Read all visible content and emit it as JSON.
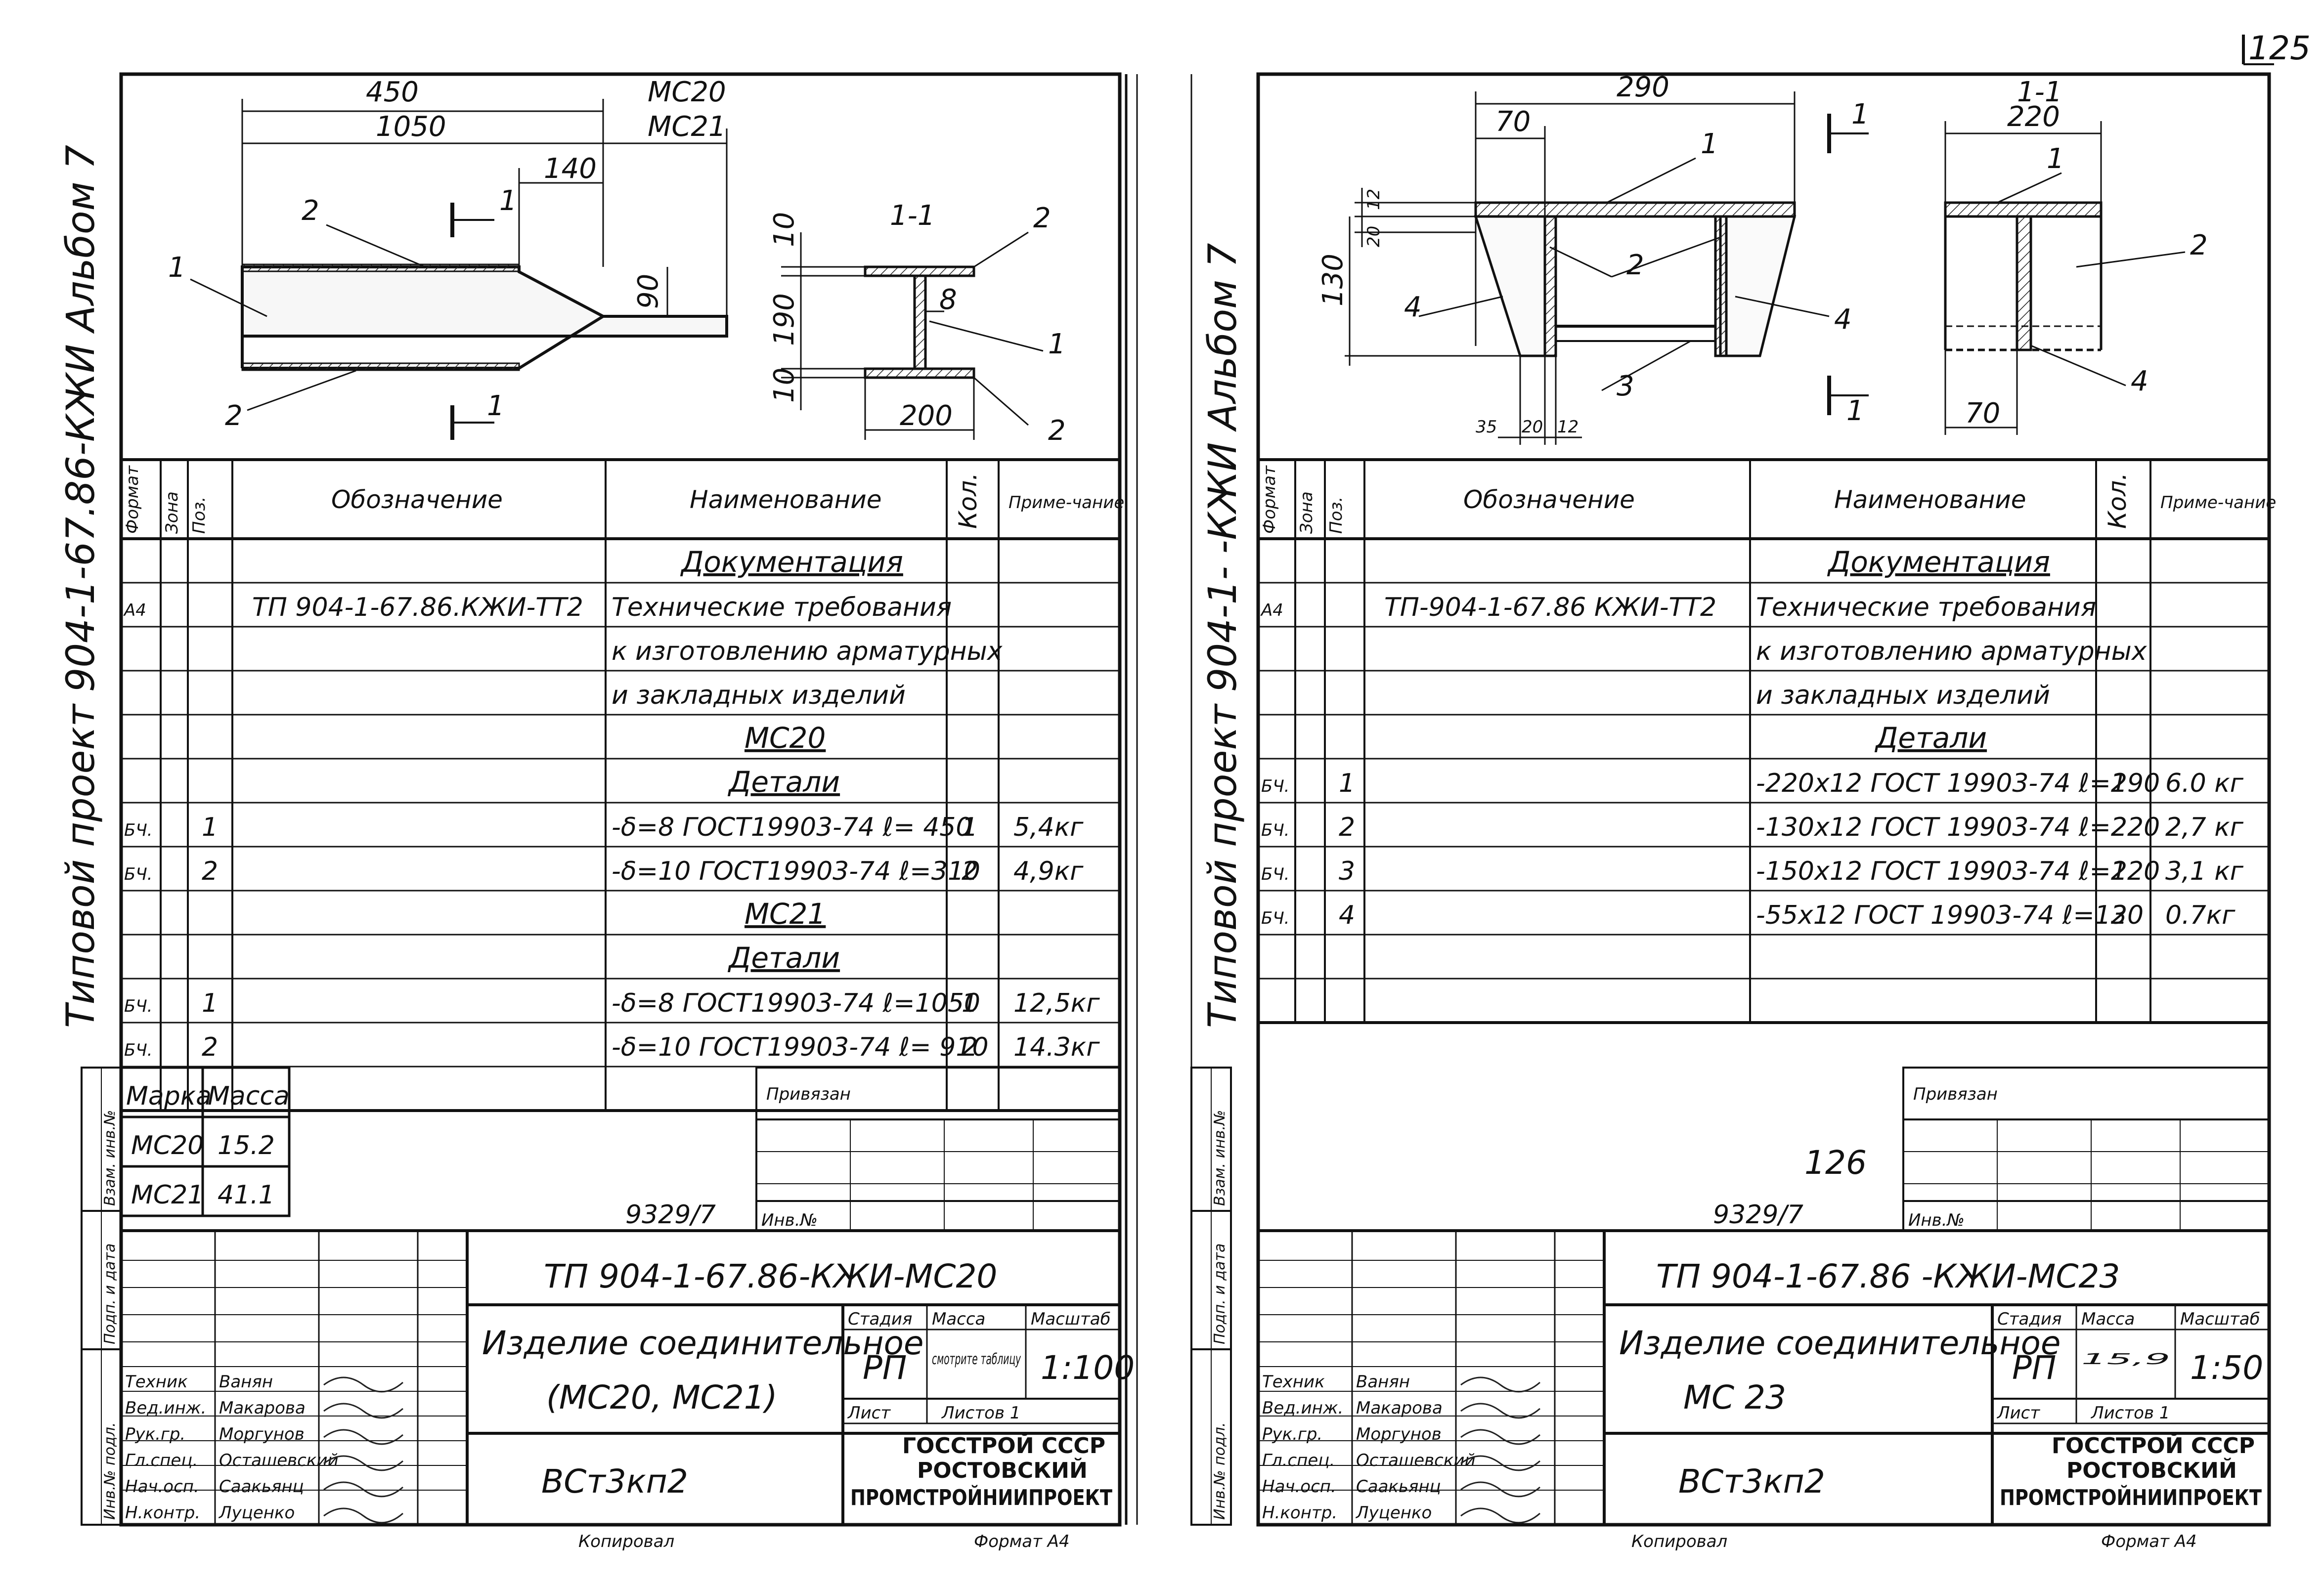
{
  "page": {
    "sheet_number": "125"
  },
  "vertical_margin_title_left": "Типовой   проект   904-1-67.86-КЖИ   Альбом 7",
  "vertical_margin_title_right": "Типовой   проект   904-1-   -КЖИ Альбом 7",
  "margin_labels": [
    "Взам. инв.№",
    "Подп. и дата",
    "Инв.№ подл."
  ],
  "table_headers": {
    "format": "Формат",
    "zone": "Зона",
    "pos": "Поз.",
    "designation": "Обозначение",
    "name": "Наименование",
    "qty": "Кол.",
    "note": "Приме-чание"
  },
  "left_sheet": {
    "drawing": {
      "dims": [
        "450",
        "1050",
        "140",
        "90",
        "10",
        "190",
        "10",
        "8",
        "200"
      ],
      "marks_top": [
        "МС20",
        "МС21"
      ],
      "section_label": "1-1",
      "section_marker": "1",
      "leaders": [
        "1",
        "2",
        "2",
        "2",
        "1",
        "2"
      ]
    },
    "spec_rows": [
      {
        "format": "",
        "pos": "",
        "designation": "",
        "name": "Документация",
        "qty": "",
        "note": "",
        "section": true
      },
      {
        "format": "А4",
        "pos": "",
        "designation": "ТП 904-1-67.86.КЖИ-ТТ2",
        "name": "Технические требования",
        "qty": "",
        "note": ""
      },
      {
        "format": "",
        "pos": "",
        "designation": "",
        "name": "к изготовлению арматурных",
        "qty": "",
        "note": ""
      },
      {
        "format": "",
        "pos": "",
        "designation": "",
        "name": "и закладных изделий",
        "qty": "",
        "note": ""
      },
      {
        "format": "",
        "pos": "",
        "designation": "",
        "name": "МС20",
        "qty": "",
        "note": "",
        "section": true
      },
      {
        "format": "",
        "pos": "",
        "designation": "",
        "name": "Детали",
        "qty": "",
        "note": "",
        "section": true
      },
      {
        "format": "БЧ.",
        "pos": "1",
        "designation": "",
        "name": "-δ=8 ГОСТ19903-74 ℓ= 450",
        "qty": "1",
        "note": "5,4кг"
      },
      {
        "format": "БЧ.",
        "pos": "2",
        "designation": "",
        "name": "-δ=10 ГОСТ19903-74 ℓ=310",
        "qty": "2",
        "note": "4,9кг"
      },
      {
        "format": "",
        "pos": "",
        "designation": "",
        "name": "МС21",
        "qty": "",
        "note": "",
        "section": true
      },
      {
        "format": "",
        "pos": "",
        "designation": "",
        "name": "Детали",
        "qty": "",
        "note": "",
        "section": true
      },
      {
        "format": "БЧ.",
        "pos": "1",
        "designation": "",
        "name": "-δ=8 ГОСТ19903-74 ℓ=1050",
        "qty": "1",
        "note": "12,5кг"
      },
      {
        "format": "БЧ.",
        "pos": "2",
        "designation": "",
        "name": "-δ=10 ГОСТ19903-74 ℓ= 910",
        "qty": "2",
        "note": "14.3кг"
      }
    ],
    "mass_table": {
      "headers": [
        "Марка",
        "Масса"
      ],
      "rows": [
        [
          "МС20",
          "15.2"
        ],
        [
          "МС21",
          "41.1"
        ]
      ]
    },
    "privyazan": "Привязан",
    "inv_label": "Инв.№",
    "inv_number": "9329/7",
    "title_block": {
      "doc_code": "ТП 904-1-67.86-КЖИ-МС20",
      "item_name": "Изделие соединительное",
      "item_marks": "(МС20, МС21)",
      "material": "ВСт3кп2",
      "stage_label": "Стадия",
      "mass_label": "Масса",
      "scale_label": "Масштаб",
      "stage": "РП",
      "mass": "смотрите таблицу",
      "scale": "1:100",
      "sheet_label": "Лист",
      "sheets_label": "Листов 1",
      "org": [
        "ГОССТРОЙ СССР",
        "РОСТОВСКИЙ",
        "ПРОМСТРОЙНИИПРОЕКТ"
      ],
      "signers": [
        [
          "Техник",
          "Ванян"
        ],
        [
          "Вед.инж.",
          "Макарова"
        ],
        [
          "Рук.гр.",
          "Моргунов"
        ],
        [
          "Гл.спец.",
          "Осташевский"
        ],
        [
          "Нач.осп.",
          "Саакьянц"
        ],
        [
          "Н.контр.",
          "Луценко"
        ]
      ]
    },
    "footer_copied": "Копировал",
    "footer_format": "Формат А4"
  },
  "right_sheet": {
    "drawing": {
      "dims": [
        "290",
        "70",
        "12",
        "20",
        "130",
        "35",
        "20",
        "12",
        "220",
        "70"
      ],
      "section_label": "1-1",
      "section_marker": "1",
      "leaders": [
        "1",
        "2",
        "4",
        "4",
        "3",
        "1",
        "2",
        "4"
      ]
    },
    "spec_rows": [
      {
        "format": "",
        "pos": "",
        "designation": "",
        "name": "Документация",
        "qty": "",
        "note": "",
        "section": true
      },
      {
        "format": "А4",
        "pos": "",
        "designation": "ТП-904-1-67.86 КЖИ-ТТ2",
        "name": "Технические требования",
        "qty": "",
        "note": ""
      },
      {
        "format": "",
        "pos": "",
        "designation": "",
        "name": "к изготовлению арматурных",
        "qty": "",
        "note": ""
      },
      {
        "format": "",
        "pos": "",
        "designation": "",
        "name": "и закладных изделий",
        "qty": "",
        "note": ""
      },
      {
        "format": "",
        "pos": "",
        "designation": "",
        "name": "Детали",
        "qty": "",
        "note": "",
        "section": true
      },
      {
        "format": "БЧ.",
        "pos": "1",
        "designation": "",
        "name": "-220x12 ГОСТ 19903-74 ℓ=290",
        "qty": "1",
        "note": "6.0 кг"
      },
      {
        "format": "БЧ.",
        "pos": "2",
        "designation": "",
        "name": "-130x12 ГОСТ 19903-74 ℓ=220",
        "qty": "2",
        "note": "2,7 кг"
      },
      {
        "format": "БЧ.",
        "pos": "3",
        "designation": "",
        "name": "-150x12 ГОСТ 19903-74 ℓ=220",
        "qty": "1",
        "note": "3,1 кг"
      },
      {
        "format": "БЧ.",
        "pos": "4",
        "designation": "",
        "name": "-55x12 ГОСТ 19903-74 ℓ=130",
        "qty": "2",
        "note": "0.7кг"
      }
    ],
    "privyazan": "Привязан",
    "sheet_no_inner": "126",
    "inv_label": "Инв.№",
    "inv_number": "9329/7",
    "title_block": {
      "doc_code": "ТП 904-1-67.86 -КЖИ-МС23",
      "item_name": "Изделие соединительное",
      "item_marks": "МС 23",
      "material": "ВСт3кп2",
      "stage_label": "Стадия",
      "mass_label": "Масса",
      "scale_label": "Масштаб",
      "stage": "РП",
      "mass": "15,9",
      "scale": "1:50",
      "sheet_label": "Лист",
      "sheets_label": "Листов 1",
      "org": [
        "ГОССТРОЙ СССР",
        "РОСТОВСКИЙ",
        "ПРОМСТРОЙНИИПРОЕКТ"
      ],
      "signers": [
        [
          "Техник",
          "Ванян"
        ],
        [
          "Вед.инж.",
          "Макарова"
        ],
        [
          "Рук.гр.",
          "Моргунов"
        ],
        [
          "Гл.спец.",
          "Осташевский"
        ],
        [
          "Нач.осп.",
          "Саакьянц"
        ],
        [
          "Н.контр.",
          "Луценко"
        ]
      ]
    },
    "footer_copied": "Копировал",
    "footer_format": "Формат А4"
  }
}
